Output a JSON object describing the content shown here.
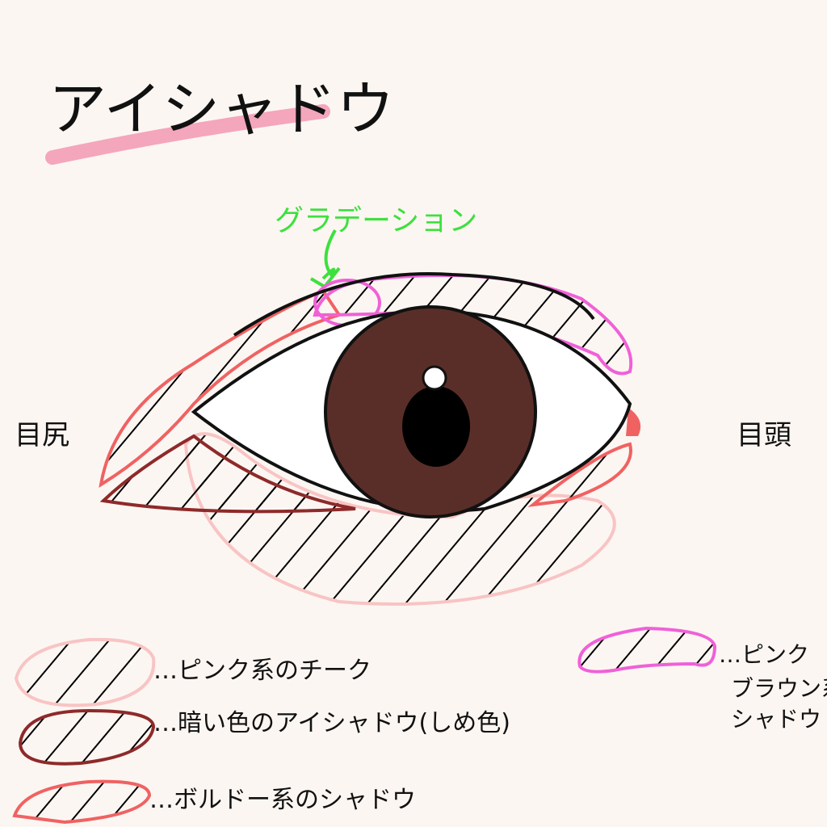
{
  "title": "アイシャドウ",
  "gradient_label": "グラデーション",
  "outer_corner_label": "目尻",
  "inner_corner_label": "目頭",
  "legend": [
    {
      "label": "…ピンク系のチーク",
      "color": "#f8c4c4"
    },
    {
      "label": "…暗い色のアイシャドウ(しめ色)",
      "color": "#8e2a2a"
    },
    {
      "label": "…ボルドー系のシャドウ",
      "color": "#f06262"
    }
  ],
  "legend_right": {
    "lines": [
      "…ピンク",
      "ブラウン系",
      "シャドウ"
    ],
    "color": "#f060d8"
  },
  "colors": {
    "background": "#fcf6f2",
    "title_underline": "#f4a6bc",
    "gradient_label": "#3ee03e",
    "iris": "#5a2e28",
    "pupil": "#000000",
    "sclera": "#ffffff"
  }
}
